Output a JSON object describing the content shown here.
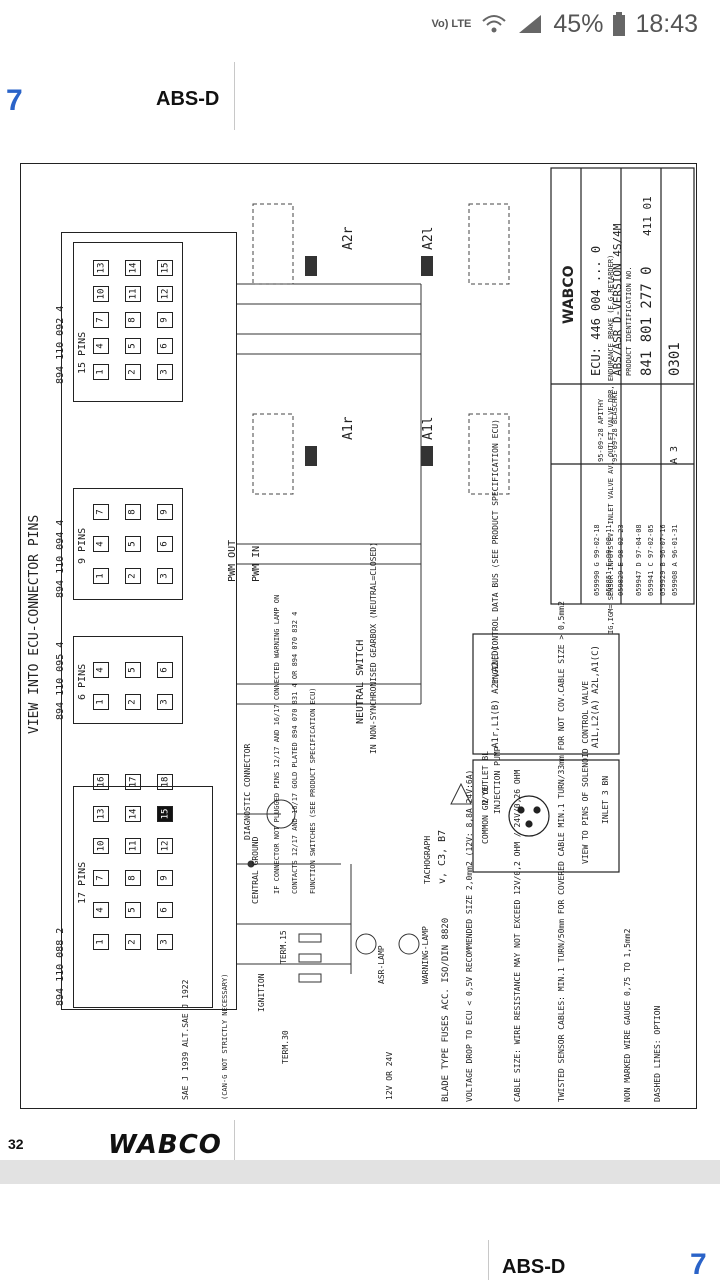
{
  "status_bar": {
    "network": "Vo) LTE",
    "battery": "45%",
    "time": "18:43"
  },
  "header": {
    "page_number": "7",
    "title": "ABS-D"
  },
  "diagram": {
    "title": "VIEW INTO ECU-CONNECTOR PINS",
    "connectors": [
      {
        "part": "894 110 088 2",
        "pins_label": "17 PINS",
        "pins": [
          "1",
          "4",
          "7",
          "10",
          "13",
          "16",
          "2",
          "5",
          "8",
          "11",
          "14",
          "17",
          "3",
          "6",
          "9",
          "12",
          "15",
          "18"
        ]
      },
      {
        "part": "894 110 095 4",
        "pins_label": "6 PINS",
        "pins": [
          "1",
          "4",
          "2",
          "5",
          "3",
          "6"
        ]
      },
      {
        "part": "894 110 094 4",
        "pins_label": "9 PINS",
        "pins": [
          "1",
          "4",
          "7",
          "2",
          "5",
          "8",
          "3",
          "6",
          "9"
        ]
      },
      {
        "part": "894 110 092 4",
        "pins_label": "15 PINS",
        "pins": [
          "1",
          "4",
          "7",
          "10",
          "13",
          "2",
          "5",
          "8",
          "11",
          "14",
          "3",
          "6",
          "9",
          "12",
          "15"
        ]
      }
    ],
    "sensors": [
      "A2r",
      "A2l",
      "A1r",
      "A1l"
    ],
    "labels": {
      "pwm_out": "PWM OUT",
      "pwm_in": "PWM IN",
      "neutral_switch": "NEUTRAL SWITCH",
      "neutral_note": "IN NON-SYNCHRONISED GEARBOX (NEUTRAL=CLOSED)",
      "engine_bus": "ENGINE CONTROL DATA BUS (SEE PRODUCT SPECIFICATION ECU)",
      "injection_pump": "INJECTION PUMP",
      "tachograph": "TACHOGRAPH",
      "tacho_pins": "v, C3, B7",
      "central_ground": "CENTRAL GROUND",
      "diagnostic": "DIAGNOSTIC CONNECTOR",
      "function_switches": "FUNCTION SWITCHES (SEE PRODUCT SPECIFICATION ECU)",
      "contacts": "CONTACTS 12/17 AND 16/17 GOLD PLATED 894 070 831 4 OR 894 070 832 4",
      "connector_note": "IF CONNECTOR NOT PLUGGED PINS 12/17 AND 16/17 CONNECTED WARNING LAMP ON",
      "ignition": "IGNITION",
      "term15": "TERM.15",
      "term30": "TERM.30",
      "asr_lamp": "ASR-LAMP",
      "warning_lamp": "WARNING-LAMP",
      "voltage": "12V OR 24V",
      "sae": "SAE J 1939 ALT.SAE J 1922",
      "can_note": "(CAN-G NOT STRICTLY NECESSARY)",
      "valve_view": "VIEW TO PINS OF SOLENOID CONTROL VALVE",
      "inlet": "INLET 3 BN",
      "outlet": "2 OUTLET BL",
      "common": "COMMON GN/YE",
      "axle_b": "A1r,L1(B) A2r,A2(D)",
      "axle_c": "A1L,L2(A) A2L,A1(C)",
      "legend": "IG,IGM= SENSOR INPUTS EV, INLET VALVE AV, OUTLET VALVE DBR, ENDURANCE BRAKE (E.G.RETARDER)"
    },
    "notes": [
      "BLADE TYPE FUSES ACC. ISO/DIN 8820",
      "VOLTAGE DROP TO ECU < 0,5V RECOMMENDED SIZE 2,0mm2 (12V: 8,8A 24V:6A)",
      "CABLE SIZE: WIRE RESISTANCE MAY NOT EXCEED 12V/0,2 OHM / 24V/0,26 OHM",
      "TWISTED SENSOR CABLES: MIN.1 TURN/50mm FOR COVERED CABLE MIN.1 TURN/33mm FOR NOT COV.CABLE SIZE > 0,5mm2",
      "NON MARKED WIRE GAUGE 0,75 TO 1,5mm2",
      "DASHED LINES: OPTION"
    ],
    "title_block": {
      "brand": "WABCO",
      "ecu": "ECU: 446 004 ... 0",
      "version": "ABS/ASR D-VERSION 4S/4M",
      "product_id_label": "PRODUCT IDENTIFICATION NO.",
      "product_id": "841 801 277 0",
      "sheet": "411 01",
      "code": "0301",
      "size": "A 3",
      "revisions": [
        "059990 G 99-02-18",
        "059851 F 98-08-11",
        "059829 E 98-02-23",
        "059947 D 97-04-08",
        "059941 C 97-02-05",
        "059929 B 96-07-16",
        "059908 A 96-01-31"
      ],
      "drawn": "95-09-28 APITHY",
      "checked": "95-09-28 BLASCHKE"
    }
  },
  "footer": {
    "page_number": "32",
    "brand": "WABCO"
  },
  "next_page": {
    "title": "ABS-D",
    "page_number": "7"
  }
}
